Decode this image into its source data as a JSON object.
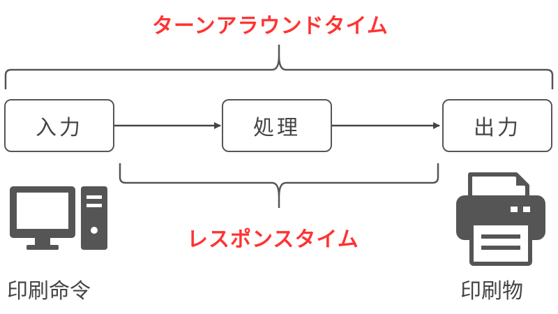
{
  "turnaround_label": "ターンアラウンドタイム",
  "response_label": "レスポンスタイム",
  "boxes": {
    "input": "入力",
    "process": "処理",
    "output": "出力"
  },
  "captions": {
    "print_command": "印刷命令",
    "printout": "印刷物"
  },
  "icons": {
    "computer": "computer-icon",
    "printer": "printer-icon"
  },
  "colors": {
    "accent": "#ff3333",
    "stroke": "#555555",
    "text": "#444444"
  }
}
